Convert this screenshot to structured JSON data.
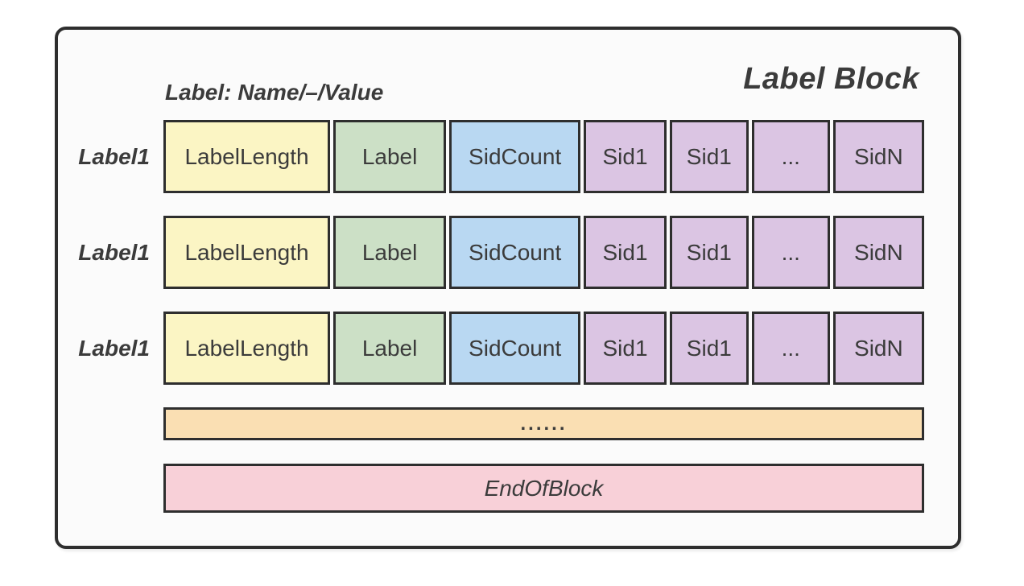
{
  "colors": {
    "background": "#ffffff",
    "panel_bg": "#fbfbfb",
    "border": "#2e2e2e",
    "text": "#3b3b3b",
    "yellow": "#fbf5c4",
    "green": "#cce0c6",
    "blue": "#b9d8f2",
    "purple": "#dbc5e3",
    "orange": "#fadfb3",
    "pink": "#f8d0d8"
  },
  "diagram": {
    "title": "Label Block",
    "subtitle": "Label: Name/–/Value",
    "rows": [
      {
        "label": "Label1",
        "cells": [
          "LabelLength",
          "Label",
          "SidCount",
          "Sid1",
          "Sid1",
          "...",
          "SidN"
        ]
      },
      {
        "label": "Label1",
        "cells": [
          "LabelLength",
          "Label",
          "SidCount",
          "Sid1",
          "Sid1",
          "...",
          "SidN"
        ]
      },
      {
        "label": "Label1",
        "cells": [
          "LabelLength",
          "Label",
          "SidCount",
          "Sid1",
          "Sid1",
          "...",
          "SidN"
        ]
      }
    ],
    "ellipsis_row": {
      "text": "......"
    },
    "end_row": {
      "text": "EndOfBlock"
    }
  }
}
